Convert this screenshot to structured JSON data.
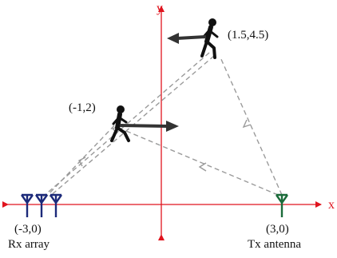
{
  "axes": {
    "x_label": "x",
    "y_label": "y"
  },
  "points": {
    "rx": {
      "coord": "(-3,0)",
      "caption": "Rx array"
    },
    "tx": {
      "coord": "(3,0)",
      "caption": "Tx antenna"
    },
    "walker_lower": {
      "coord": "(-1,2)"
    },
    "walker_upper": {
      "coord": "(1.5,4.5)"
    }
  },
  "colors": {
    "axis": "#e0141e",
    "rx_antenna": "#1c2a7a",
    "tx_antenna": "#1b6b3a",
    "path": "#9a9a9a",
    "figure": "#111111",
    "motion_arrow": "#333333"
  },
  "icons": {
    "rx": "antenna-array-icon",
    "tx": "antenna-icon",
    "walker": "walking-person-icon"
  }
}
